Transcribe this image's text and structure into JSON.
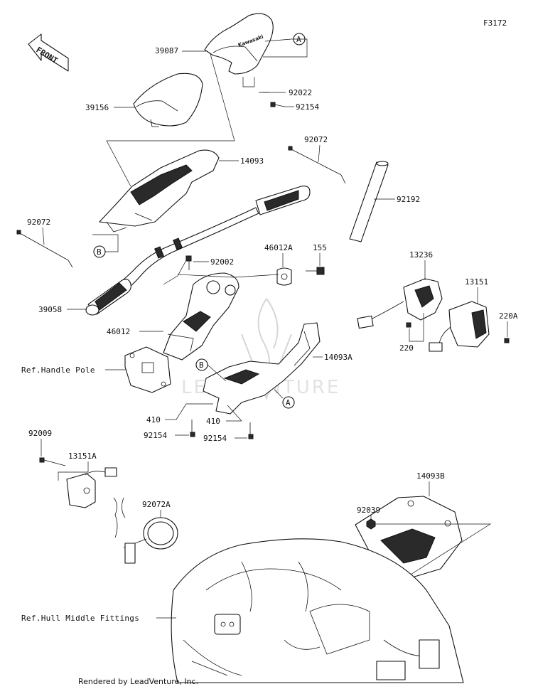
{
  "figure_code": "F3172",
  "direction_label": "FRONT",
  "watermark": "LEADVENTURE",
  "footer": "Rendered by LeadVenture, Inc.",
  "callouts": {
    "A": "A",
    "B": "B"
  },
  "part_numbers": {
    "p39087": "39087",
    "p92022": "92022",
    "p92154_top": "92154",
    "p39156": "39156",
    "p14093": "14093",
    "p92072_top": "92072",
    "p92192": "92192",
    "p92072_left": "92072",
    "p92002": "92002",
    "p46012A": "46012A",
    "p155": "155",
    "p13236": "13236",
    "p13151": "13151",
    "p220A": "220A",
    "p220": "220",
    "p39058": "39058",
    "p46012": "46012",
    "p14093A": "14093A",
    "p410_left": "410",
    "p410_right": "410",
    "p92154_left": "92154",
    "p92154_right": "92154",
    "p92009": "92009",
    "p13151A": "13151A",
    "p92072A": "92072A",
    "p14093B": "14093B",
    "p92039": "92039"
  },
  "references": {
    "handle_pole": "Ref.Handle Pole",
    "hull_middle": "Ref.Hull Middle Fittings"
  },
  "logo_text": "Kawasaki"
}
